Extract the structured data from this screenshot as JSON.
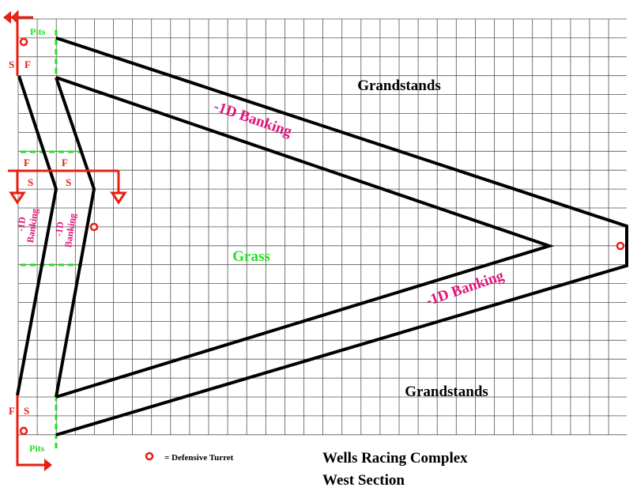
{
  "labels": {
    "grandstands_top": "Grandstands",
    "grandstands_bottom": "Grandstands",
    "grass": "Grass",
    "banking_upper": "-1D Banking",
    "banking_lower": "-1D Banking",
    "banking_left_a_line1": "-1D",
    "banking_left_a_line2": "Banking",
    "banking_left_b_line1": "-1D",
    "banking_left_b_line2": "Banking",
    "pits_top": "Pits",
    "pits_bottom": "Pits",
    "start_top": "S",
    "finish_top": "F",
    "finish_bottom": "F",
    "start_bottom": "S",
    "finish_mid_left": "F",
    "finish_mid_right": "F",
    "start_mid_left": "S",
    "start_mid_right": "S"
  },
  "legend": {
    "turret_label": "= Defensive Turret"
  },
  "title": {
    "line1": "Wells Racing Complex",
    "line2": "West Section"
  },
  "colors": {
    "track": "#000000",
    "grid": "#555555",
    "marker_red": "#e81e10",
    "zone_green": "#22dd22",
    "banking_pink": "#e0147a",
    "text_black": "#000000"
  }
}
